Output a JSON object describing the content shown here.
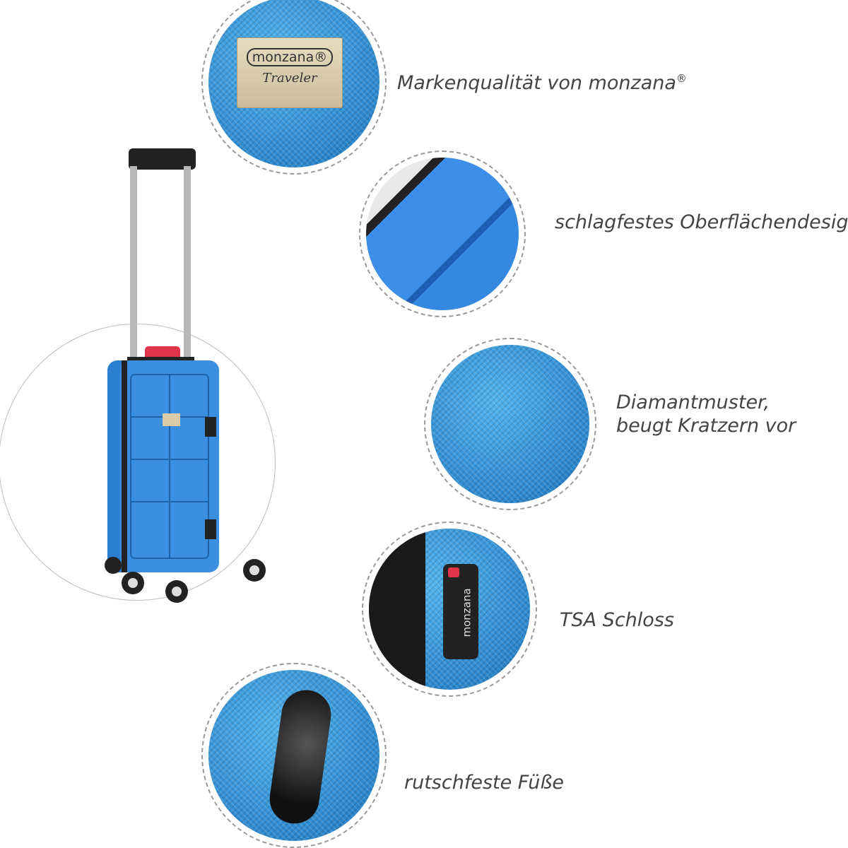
{
  "features": [
    {
      "label": "Markenqualität von monzana",
      "mark": "®",
      "icon": "brand-badge"
    },
    {
      "label": "schlagfestes Oberflächendesign",
      "icon": "impact-resistant-surface"
    },
    {
      "label_line1": "Diamantmuster,",
      "label_line2": "beugt Kratzern vor",
      "icon": "diamond-pattern"
    },
    {
      "label": "TSA Schloss",
      "icon": "tsa-lock"
    },
    {
      "label": "rutschfeste Füße",
      "icon": "anti-slip-foot"
    }
  ],
  "badge": {
    "brand": "monzana®",
    "model": "Traveler"
  },
  "lock_brand": "monzana",
  "colors": {
    "suitcase": "#2a7fd0",
    "text": "#444444",
    "accent_handle": "#e0344a"
  }
}
